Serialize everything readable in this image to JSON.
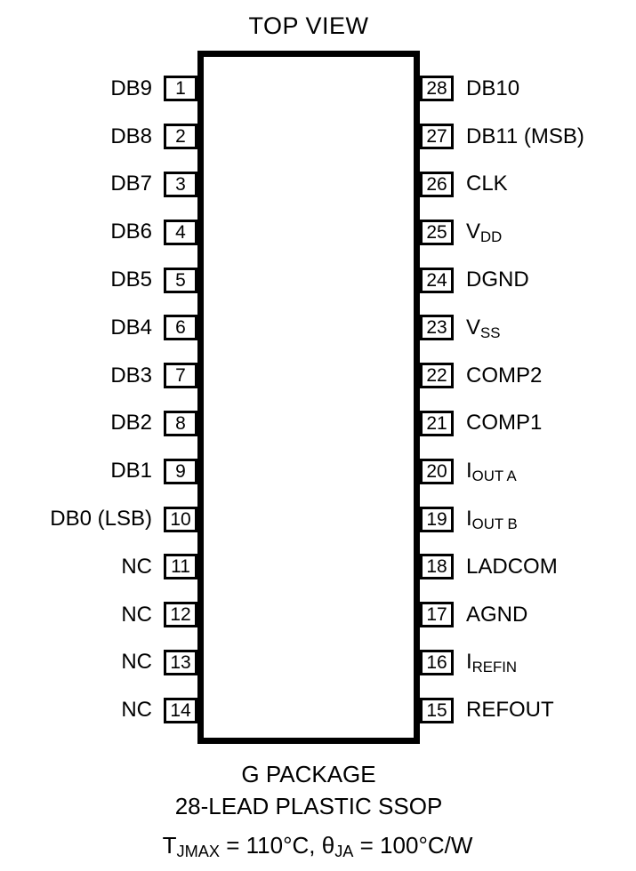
{
  "title": "TOP VIEW",
  "pins": {
    "left": [
      {
        "num": "1",
        "label": "DB9"
      },
      {
        "num": "2",
        "label": "DB8"
      },
      {
        "num": "3",
        "label": "DB7"
      },
      {
        "num": "4",
        "label": "DB6"
      },
      {
        "num": "5",
        "label": "DB5"
      },
      {
        "num": "6",
        "label": "DB4"
      },
      {
        "num": "7",
        "label": "DB3"
      },
      {
        "num": "8",
        "label": "DB2"
      },
      {
        "num": "9",
        "label": "DB1"
      },
      {
        "num": "10",
        "label": "DB0 (LSB)"
      },
      {
        "num": "11",
        "label": "NC"
      },
      {
        "num": "12",
        "label": "NC"
      },
      {
        "num": "13",
        "label": "NC"
      },
      {
        "num": "14",
        "label": "NC"
      }
    ],
    "right": [
      {
        "num": "28",
        "label": "DB10"
      },
      {
        "num": "27",
        "label": "DB11 (MSB)"
      },
      {
        "num": "26",
        "label": "CLK"
      },
      {
        "num": "25",
        "label": "V~DD~"
      },
      {
        "num": "24",
        "label": "DGND"
      },
      {
        "num": "23",
        "label": "V~SS~"
      },
      {
        "num": "22",
        "label": "COMP2"
      },
      {
        "num": "21",
        "label": "COMP1"
      },
      {
        "num": "20",
        "label": "I~OUT A~"
      },
      {
        "num": "19",
        "label": "I~OUT B~"
      },
      {
        "num": "18",
        "label": "LADCOM"
      },
      {
        "num": "17",
        "label": "AGND"
      },
      {
        "num": "16",
        "label": "I~REFIN~"
      },
      {
        "num": "15",
        "label": "REFOUT"
      }
    ]
  },
  "package": {
    "name": "G PACKAGE",
    "description": "28-LEAD PLASTIC SSOP",
    "thermal": "T~JMAX~ = 110°C, θ~JA~ = 100°C/W"
  },
  "colors": {
    "line": "#000000",
    "background": "#ffffff"
  }
}
